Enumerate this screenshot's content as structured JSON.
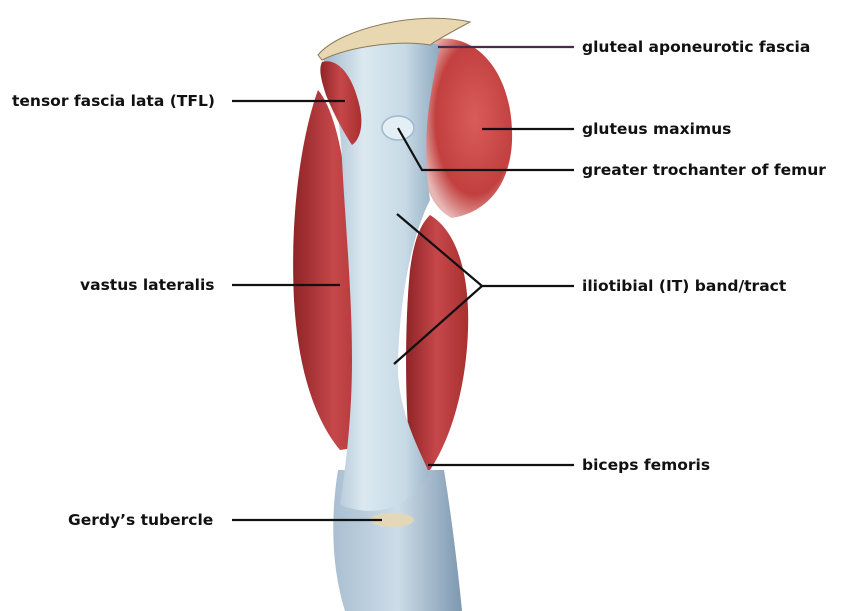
{
  "diagram": {
    "labels": {
      "gluteal_aponeurotic_fascia": "gluteal aponeurotic fascia",
      "tensor_fascia_lata": "tensor fascia lata (TFL)",
      "gluteus_maximus": "gluteus maximus",
      "greater_trochanter": "greater trochanter of femur",
      "vastus_lateralis": "vastus lateralis",
      "iliotibial_band": "iliotibial (IT) band/tract",
      "biceps_femoris": "biceps femoris",
      "gerdys_tubercle": "Gerdy’s tubercle"
    },
    "colors": {
      "muscle": "#b8393c",
      "muscle_light": "#d9605e",
      "fascia": "#cfe0ea",
      "fascia_shade": "#9fb8cc",
      "bone": "#e8d7b0",
      "leader_line": "#111111",
      "leader_line_gluteal": "#4a2a4a"
    }
  }
}
